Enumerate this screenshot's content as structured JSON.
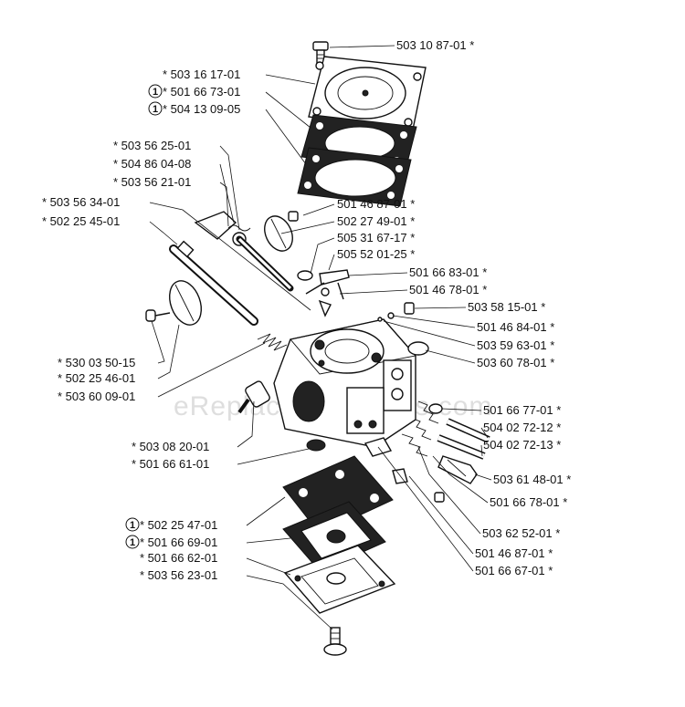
{
  "watermark": "eReplacementParts.com",
  "marker_symbol": "1",
  "labels": {
    "p_503_10_87": "503 10 87-01 *",
    "p_503_16_17": "* 503 16 17-01",
    "p_501_66_73": "* 501 66 73-01",
    "p_504_13_09": "* 504 13 09-05",
    "p_503_56_25": "* 503 56 25-01",
    "p_504_86_04": "* 504 86 04-08",
    "p_503_56_21": "* 503 56 21-01",
    "p_503_56_34": "* 503 56 34-01",
    "p_502_25_45": "* 502 25 45-01",
    "p_501_46_87_top": "501 46 87-01 *",
    "p_502_27_49": "502 27 49-01 *",
    "p_505_31_67": "505 31 67-17 *",
    "p_505_52_01": "505 52 01-25 *",
    "p_501_66_83": "501 66 83-01 *",
    "p_501_46_78": "501 46 78-01 *",
    "p_503_58_15": "503 58 15-01 *",
    "p_501_46_84": "501 46 84-01 *",
    "p_503_59_63": "503 59 63-01 *",
    "p_503_60_78": "503 60 78-01 *",
    "p_530_03_50": "* 530 03 50-15",
    "p_502_25_46": "* 502 25 46-01",
    "p_503_60_09": "* 503 60 09-01",
    "p_501_66_77": "501 66 77-01 *",
    "p_504_02_72_12": "504 02 72-12 *",
    "p_504_02_72_13": "504 02 72-13 *",
    "p_503_08_20": "* 503 08 20-01",
    "p_501_66_61": "* 501 66 61-01",
    "p_503_61_48": "503 61 48-01 *",
    "p_501_66_78": "501 66 78-01 *",
    "p_502_25_47": "* 502 25 47-01",
    "p_501_66_69": "* 501 66 69-01",
    "p_501_66_62": "* 501 66 62-01",
    "p_503_56_23": "* 503 56 23-01",
    "p_503_62_52": "503 62 52-01 *",
    "p_501_46_87_bot": "501 46 87-01 *",
    "p_501_66_67": "501 66 67-01 *"
  }
}
